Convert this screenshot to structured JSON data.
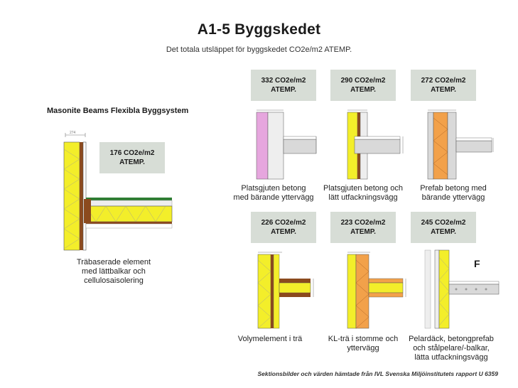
{
  "header": {
    "title": "A1-5 Byggskedet",
    "subtitle": "Det totala utsläppet för byggskedet CO2e/m2 ATEMP."
  },
  "featured": {
    "heading": "Masonite Beams Flexibla Byggsystem",
    "badge_line1": "176 CO2e/m2",
    "badge_line2": "ATEMP.",
    "caption": [
      "Träbaserade element",
      "med lättbalkar och",
      "cellulosaisolering"
    ]
  },
  "systems": [
    {
      "badge_line1": "332 CO2e/m2",
      "badge_line2": "ATEMP.",
      "caption": [
        "Platsgjuten betong",
        "med bärande yttervägg"
      ]
    },
    {
      "badge_line1": "290 CO2e/m2",
      "badge_line2": "ATEMP.",
      "caption": [
        "Platsgjuten betong och",
        "lätt utfackningsvägg"
      ]
    },
    {
      "badge_line1": "272 CO2e/m2",
      "badge_line2": "ATEMP.",
      "caption": [
        "Prefab betong med",
        "bärande yttervägg"
      ]
    },
    {
      "badge_line1": "226 CO2e/m2",
      "badge_line2": "ATEMP.",
      "caption": [
        "Volymelement i trä"
      ]
    },
    {
      "badge_line1": "223 CO2e/m2",
      "badge_line2": "ATEMP.",
      "caption": [
        "KL-trä i stomme och",
        "yttervägg"
      ]
    },
    {
      "badge_line1": "245 CO2e/m2",
      "badge_line2": "ATEMP.",
      "caption": [
        "Pelardäck, betongprefab",
        "och stålpelare/-balkar,",
        "lätta utfackningsvägg"
      ]
    }
  ],
  "marker": "F",
  "footer": "Sektionsbilder och värden hämtade från IVL Svenska Miljöinstitutets rapport U 6359",
  "colors": {
    "badge_bg": "#d7ddd6",
    "insulation_yellow": "#f3ee2a",
    "timber_brown": "#8b4a1e",
    "concrete_grey": "#d9d9d9",
    "masonry_pink": "#e6a6de",
    "timber_orange": "#f2a14a"
  }
}
